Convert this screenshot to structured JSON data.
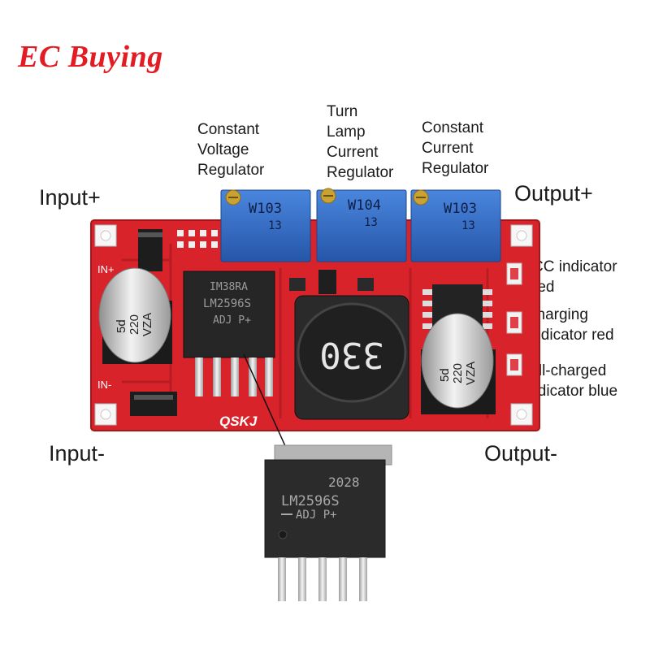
{
  "brand": "EC Buying",
  "labels": {
    "cv_line1": "Constant",
    "cv_line2": "Voltage",
    "cv_line3": "Regulator",
    "tl_line1": "Turn",
    "tl_line2": "Lamp",
    "tl_line3": "Current",
    "tl_line4": "Regulator",
    "cc_line1": "Constant",
    "cc_line2": "Current",
    "cc_line3": "Regulator",
    "input_plus": "Input+",
    "input_minus": "Input-",
    "output_plus": "Output+",
    "output_minus": "Output-",
    "cc_ind_line1": "CC indicator",
    "cc_ind_line2": "red",
    "chg_line1": "charging",
    "chg_line2": "indicator red",
    "full_line1": "full-charged",
    "full_line2": "indicator blue"
  },
  "board": {
    "pot1_code": "W103",
    "pot2_code": "W104",
    "pot3_code": "W103",
    "pot_sub": "13",
    "cap_line1": "5d",
    "cap_line2": "220",
    "cap_line3": "VZA",
    "inductor_label": "330",
    "ic_line1": "IM38RA",
    "ic_line2": "LM2596S",
    "ic_line3": "ADJ P+",
    "silk_in_plus": "IN+",
    "silk_in_minus": "IN-",
    "silk_logo": "QSKJ"
  },
  "chip": {
    "date_code": "2028",
    "part": "LM2596S",
    "suffix": "ADJ  P+"
  },
  "colors": {
    "brand": "#e31b23",
    "pcb": "#d8232a",
    "pot": "#2e6bc7",
    "led_red": "#e0404a",
    "chip_body": "#2b2b2b"
  }
}
